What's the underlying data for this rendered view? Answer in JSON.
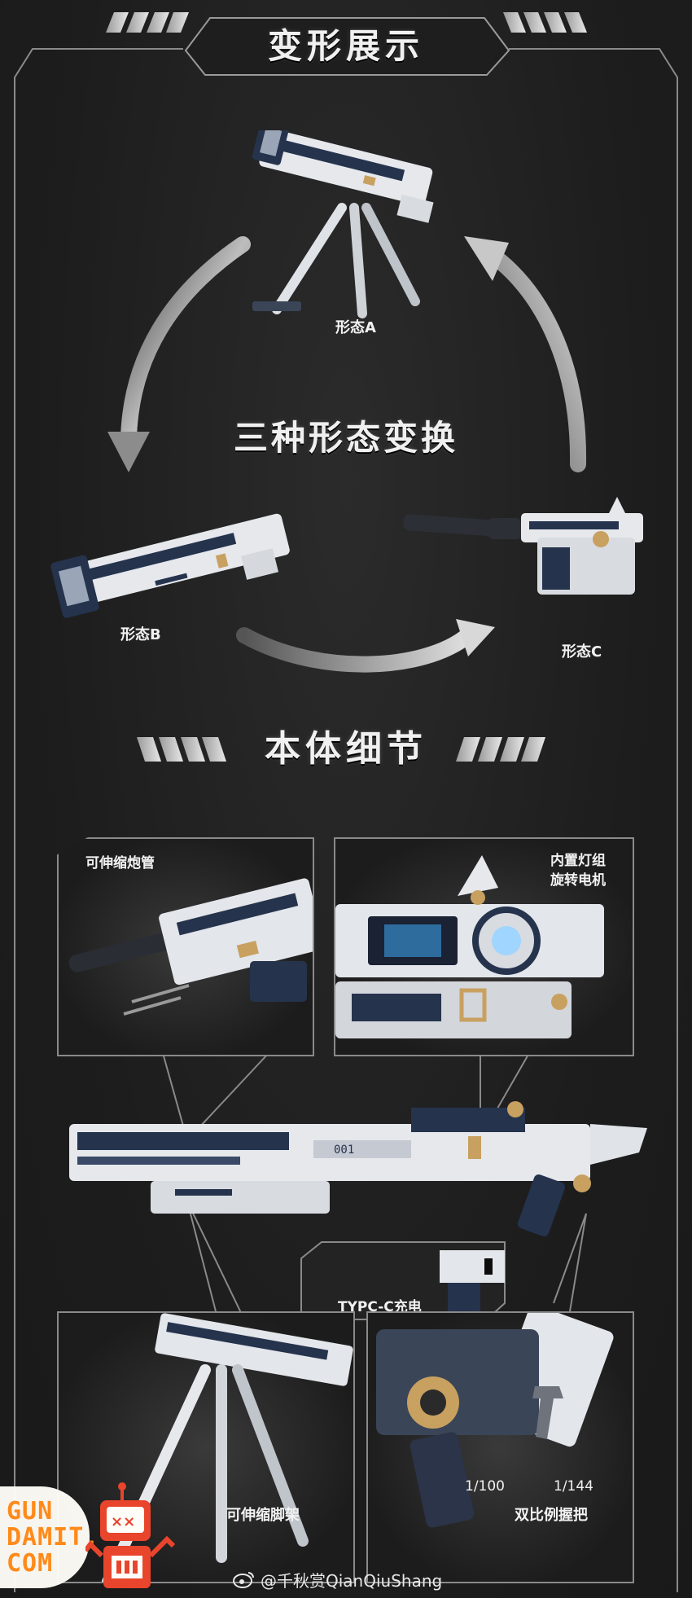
{
  "sections": {
    "transform_title": "变形展示",
    "detail_title": "本体细节"
  },
  "transform": {
    "center_caption": "三种形态变换",
    "forms": {
      "a": "形态A",
      "b": "形态B",
      "c": "形态C"
    }
  },
  "details": {
    "barrel": "可伸缩炮管",
    "lights_line1": "内置灯组",
    "lights_line2": "旋转电机",
    "charging": "TYPC-C充电",
    "bipod": "可伸缩脚架",
    "grip": "双比例握把",
    "scale_100": "1/100",
    "scale_144": "1/144"
  },
  "watermark": {
    "handle": "@千秋赏QianQiuShang",
    "icon": "weibo-icon"
  },
  "logo": {
    "line1": "GUN",
    "line2": "DAMIT.",
    "line3": "COM",
    "icon": "robot-mascot-icon"
  },
  "colors": {
    "frame": "#8a8a8a",
    "logo_orange": "#ff8a1a",
    "logo_red": "#e8452c",
    "weapon_white": "#e6e8ec",
    "weapon_navy": "#25334d",
    "weapon_gold": "#c8a060"
  }
}
